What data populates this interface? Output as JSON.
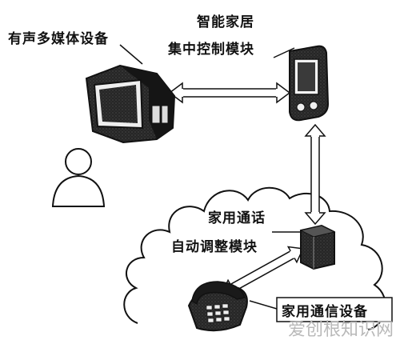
{
  "labels": {
    "multimedia_device": "有声多媒体设备",
    "smart_home_module_line1": "智能家居",
    "smart_home_module_line2": "集中控制模块",
    "call_adjust_module_line1": "家用通话",
    "call_adjust_module_line2": "自动调整模块",
    "home_comm_device": "家用通信设备"
  },
  "watermark": "爱创根知识网",
  "icons": {
    "multimedia": "crt-monitor-icon",
    "controller": "handheld-controller-icon",
    "user": "person-icon",
    "call_module": "module-box-icon",
    "telephone": "telephone-icon"
  }
}
